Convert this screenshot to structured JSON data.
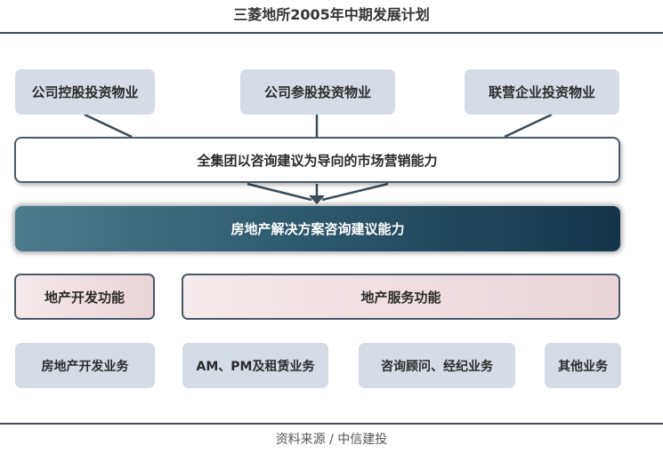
{
  "title": "三菱地所2005年中期发展计划",
  "top_boxes": [
    "公司控股投资物业",
    "公司参股投资物业",
    "联营企业投资物业"
  ],
  "marketing_box": "全集团以咨询建议为导向的市场营销能力",
  "core_box": "房地产解决方案咨询建议能力",
  "function_boxes": [
    "地产开发功能",
    "地产服务功能"
  ],
  "business_boxes": [
    "房地产开发业务",
    "AM、PM及租赁业务",
    "咨询顾问、经纪业务",
    "其他业务"
  ],
  "source": "资料来源 / 中信建投",
  "colors": {
    "rule": "#3c4b58",
    "top_box_fill": "#d6dce6",
    "core_gradient_start": "#4d7a8c",
    "core_gradient_end": "#143449",
    "function_fill": "#f5eaec",
    "outline": "#4a5a68"
  }
}
